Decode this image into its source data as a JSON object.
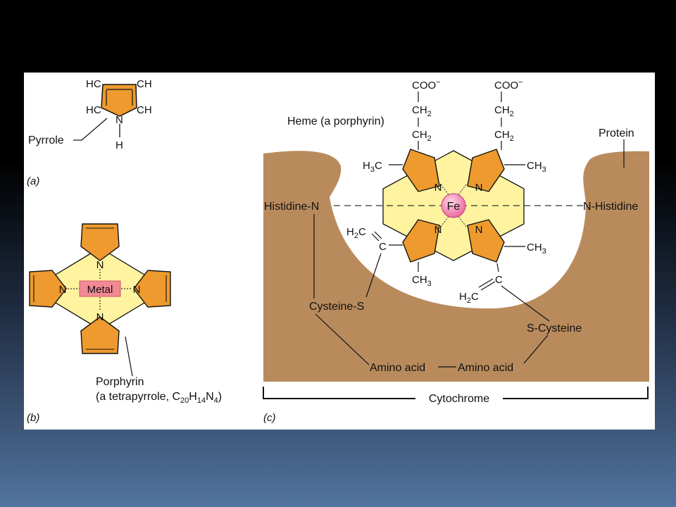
{
  "panel_a": {
    "atoms": {
      "hc_top": "HC",
      "ch_top": "CH",
      "hc_bottom": "HC",
      "ch_bottom": "CH",
      "n": "N",
      "h": "H"
    },
    "label": "Pyrrole",
    "caption": "(a)"
  },
  "panel_b": {
    "n_top": "N",
    "n_left": "N",
    "n_right": "N",
    "n_bottom": "N",
    "metal": "Metal",
    "label_line1": "Porphyrin",
    "label_line2_prefix": "(a tetrapyrrole, C",
    "sub_c": "20",
    "h": "H",
    "sub_h": "14",
    "n": "N",
    "sub_n": "4",
    "close": ")",
    "caption": "(b)"
  },
  "panel_c": {
    "heme_label": "Heme (a porphyrin)",
    "coo": "COO",
    "coo_charge": "−",
    "ch": "CH",
    "sub2": "2",
    "sub3": "3",
    "h": "H",
    "c": "C",
    "n": "N",
    "fe": "Fe",
    "protein": "Protein",
    "histidine_left": "Histidine-N",
    "histidine_right": "N-Histidine",
    "cysteine_left": "Cysteine-S",
    "cysteine_right": "S-Cysteine",
    "amino_acid": "Amino acid",
    "cytochrome": "Cytochrome",
    "caption": "(c)"
  },
  "colors": {
    "background_top": "#000000",
    "background_bottom": "#5374a0",
    "panel": "#ffffff",
    "pyrrole_orange": "#ee9a2e",
    "porphyrin_yellow": "#fff3a0",
    "protein_brown": "#b98b5c",
    "metal_pink": "#f28a95",
    "fe_pink": "#ec5f9a"
  }
}
